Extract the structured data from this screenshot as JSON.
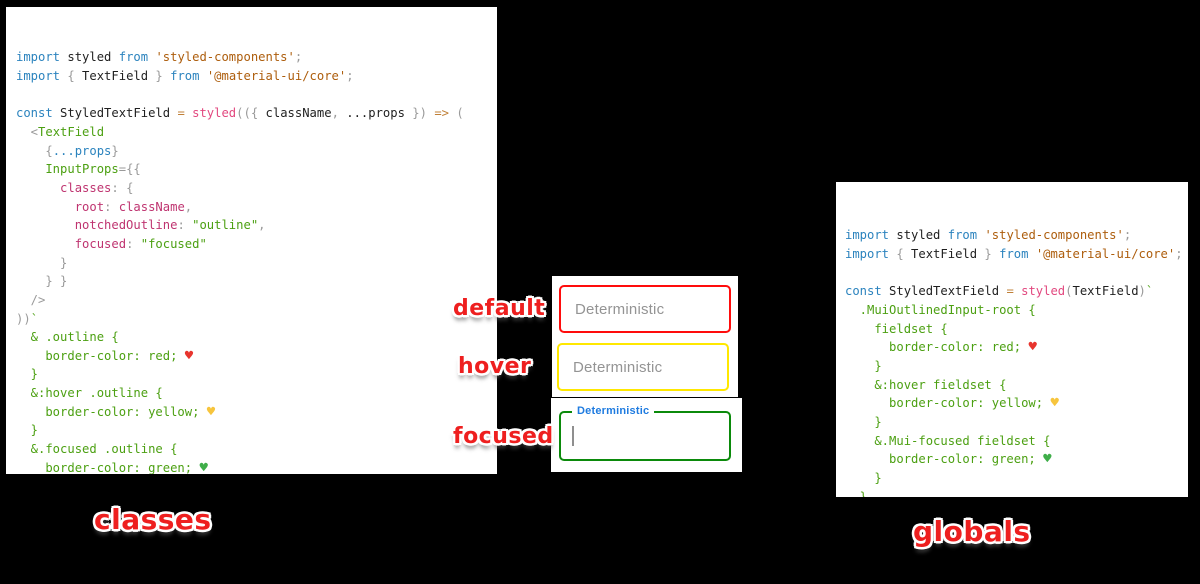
{
  "accent_colors": {
    "annotation_red": "#ee1f1f",
    "border_default_red": "#ff0c0c",
    "border_hover_yellow": "#ffe800",
    "border_focused_green": "#0b8a0b",
    "focused_label_blue": "#1e7be0",
    "code_keyword_blue": "#2b83be",
    "code_function_pink": "#e2487f",
    "code_key_crimson": "#bf3470",
    "code_string_orange": "#ad5d0c",
    "code_css_green": "#4ca012"
  },
  "annotations": {
    "default_label": "default",
    "hover_label": "hover",
    "focused_label": "focused",
    "left_caption": "classes",
    "right_caption": "globals"
  },
  "textfields": {
    "default_label": "Deterministic",
    "hover_label": "Deterministic",
    "focused_label": "Deterministic"
  },
  "left_code": {
    "lines": [
      [
        [
          "kw",
          "import"
        ],
        [
          "plain",
          " styled "
        ],
        [
          "kw",
          "from"
        ],
        [
          "plain",
          " "
        ],
        [
          "str",
          "'styled-components'"
        ],
        [
          "gray",
          ";"
        ]
      ],
      [
        [
          "kw",
          "import"
        ],
        [
          "gray",
          " { "
        ],
        [
          "plain",
          "TextField"
        ],
        [
          "gray",
          " } "
        ],
        [
          "kw",
          "from"
        ],
        [
          "plain",
          " "
        ],
        [
          "str",
          "'@material-ui/core'"
        ],
        [
          "gray",
          ";"
        ]
      ],
      [],
      [
        [
          "kw",
          "const"
        ],
        [
          "plain",
          " StyledTextField "
        ],
        [
          "op",
          "="
        ],
        [
          "plain",
          " "
        ],
        [
          "fn",
          "styled"
        ],
        [
          "gray",
          "(({ "
        ],
        [
          "plain",
          "className"
        ],
        [
          "gray",
          ", "
        ],
        [
          "plain",
          "...props"
        ],
        [
          "gray",
          " })"
        ],
        [
          "plain",
          " "
        ],
        [
          "op",
          "=>"
        ],
        [
          "plain",
          " "
        ],
        [
          "gray",
          "("
        ]
      ],
      [
        [
          "gray",
          "  <"
        ],
        [
          "green",
          "TextField"
        ]
      ],
      [
        [
          "gray",
          "    {"
        ],
        [
          "kw",
          "...props"
        ],
        [
          "gray",
          "}"
        ]
      ],
      [
        [
          "green",
          "    InputProps"
        ],
        [
          "gray",
          "={{"
        ]
      ],
      [
        [
          "key",
          "      classes"
        ],
        [
          "gray",
          ": {"
        ]
      ],
      [
        [
          "key",
          "        root"
        ],
        [
          "gray",
          ": "
        ],
        [
          "key",
          "className"
        ],
        [
          "gray",
          ","
        ]
      ],
      [
        [
          "key",
          "        notchedOutline"
        ],
        [
          "gray",
          ": "
        ],
        [
          "strg",
          "\"outline\""
        ],
        [
          "gray",
          ","
        ]
      ],
      [
        [
          "key",
          "        focused"
        ],
        [
          "gray",
          ": "
        ],
        [
          "strg",
          "\"focused\""
        ]
      ],
      [
        [
          "gray",
          "      }"
        ]
      ],
      [
        [
          "gray",
          "    } }"
        ]
      ],
      [
        [
          "gray",
          "  />"
        ]
      ],
      [
        [
          "gray",
          "))"
        ],
        [
          "green",
          "`"
        ]
      ],
      [
        [
          "green",
          "  & .outline {"
        ]
      ],
      [
        [
          "green",
          "    border-color: red; "
        ],
        [
          "hr",
          "♥"
        ]
      ],
      [
        [
          "green",
          "  }"
        ]
      ],
      [
        [
          "green",
          "  &:hover .outline {"
        ]
      ],
      [
        [
          "green",
          "    border-color: yellow; "
        ],
        [
          "hy",
          "♥"
        ]
      ],
      [
        [
          "green",
          "  }"
        ]
      ],
      [
        [
          "green",
          "  &.focused .outline {"
        ]
      ],
      [
        [
          "green",
          "    border-color: green; "
        ],
        [
          "hg",
          "♥"
        ]
      ],
      [
        [
          "green",
          "  }"
        ]
      ],
      [
        [
          "end",
          "`;"
        ]
      ]
    ]
  },
  "right_code": {
    "lines": [
      [
        [
          "kw",
          "import"
        ],
        [
          "plain",
          " styled "
        ],
        [
          "kw",
          "from"
        ],
        [
          "plain",
          " "
        ],
        [
          "str",
          "'styled-components'"
        ],
        [
          "gray",
          ";"
        ]
      ],
      [
        [
          "kw",
          "import"
        ],
        [
          "gray",
          " { "
        ],
        [
          "plain",
          "TextField"
        ],
        [
          "gray",
          " } "
        ],
        [
          "kw",
          "from"
        ],
        [
          "plain",
          " "
        ],
        [
          "str",
          "'@material-ui/core'"
        ],
        [
          "gray",
          ";"
        ]
      ],
      [],
      [
        [
          "kw",
          "const"
        ],
        [
          "plain",
          " StyledTextField "
        ],
        [
          "op",
          "="
        ],
        [
          "plain",
          " "
        ],
        [
          "fn",
          "styled"
        ],
        [
          "gray",
          "("
        ],
        [
          "plain",
          "TextField"
        ],
        [
          "gray",
          ")"
        ],
        [
          "green",
          "`"
        ]
      ],
      [
        [
          "green",
          "  .MuiOutlinedInput-root {"
        ]
      ],
      [
        [
          "green",
          "    fieldset {"
        ]
      ],
      [
        [
          "green",
          "      border-color: red; "
        ],
        [
          "hr",
          "♥"
        ]
      ],
      [
        [
          "green",
          "    }"
        ]
      ],
      [
        [
          "green",
          "    &:hover fieldset {"
        ]
      ],
      [
        [
          "green",
          "      border-color: yellow; "
        ],
        [
          "hy",
          "♥"
        ]
      ],
      [
        [
          "green",
          "    }"
        ]
      ],
      [
        [
          "green",
          "    &.Mui-focused fieldset {"
        ]
      ],
      [
        [
          "green",
          "      border-color: green; "
        ],
        [
          "hg",
          "♥"
        ]
      ],
      [
        [
          "green",
          "    }"
        ]
      ],
      [
        [
          "green",
          "  }"
        ]
      ],
      [
        [
          "end",
          "`;"
        ]
      ]
    ]
  }
}
